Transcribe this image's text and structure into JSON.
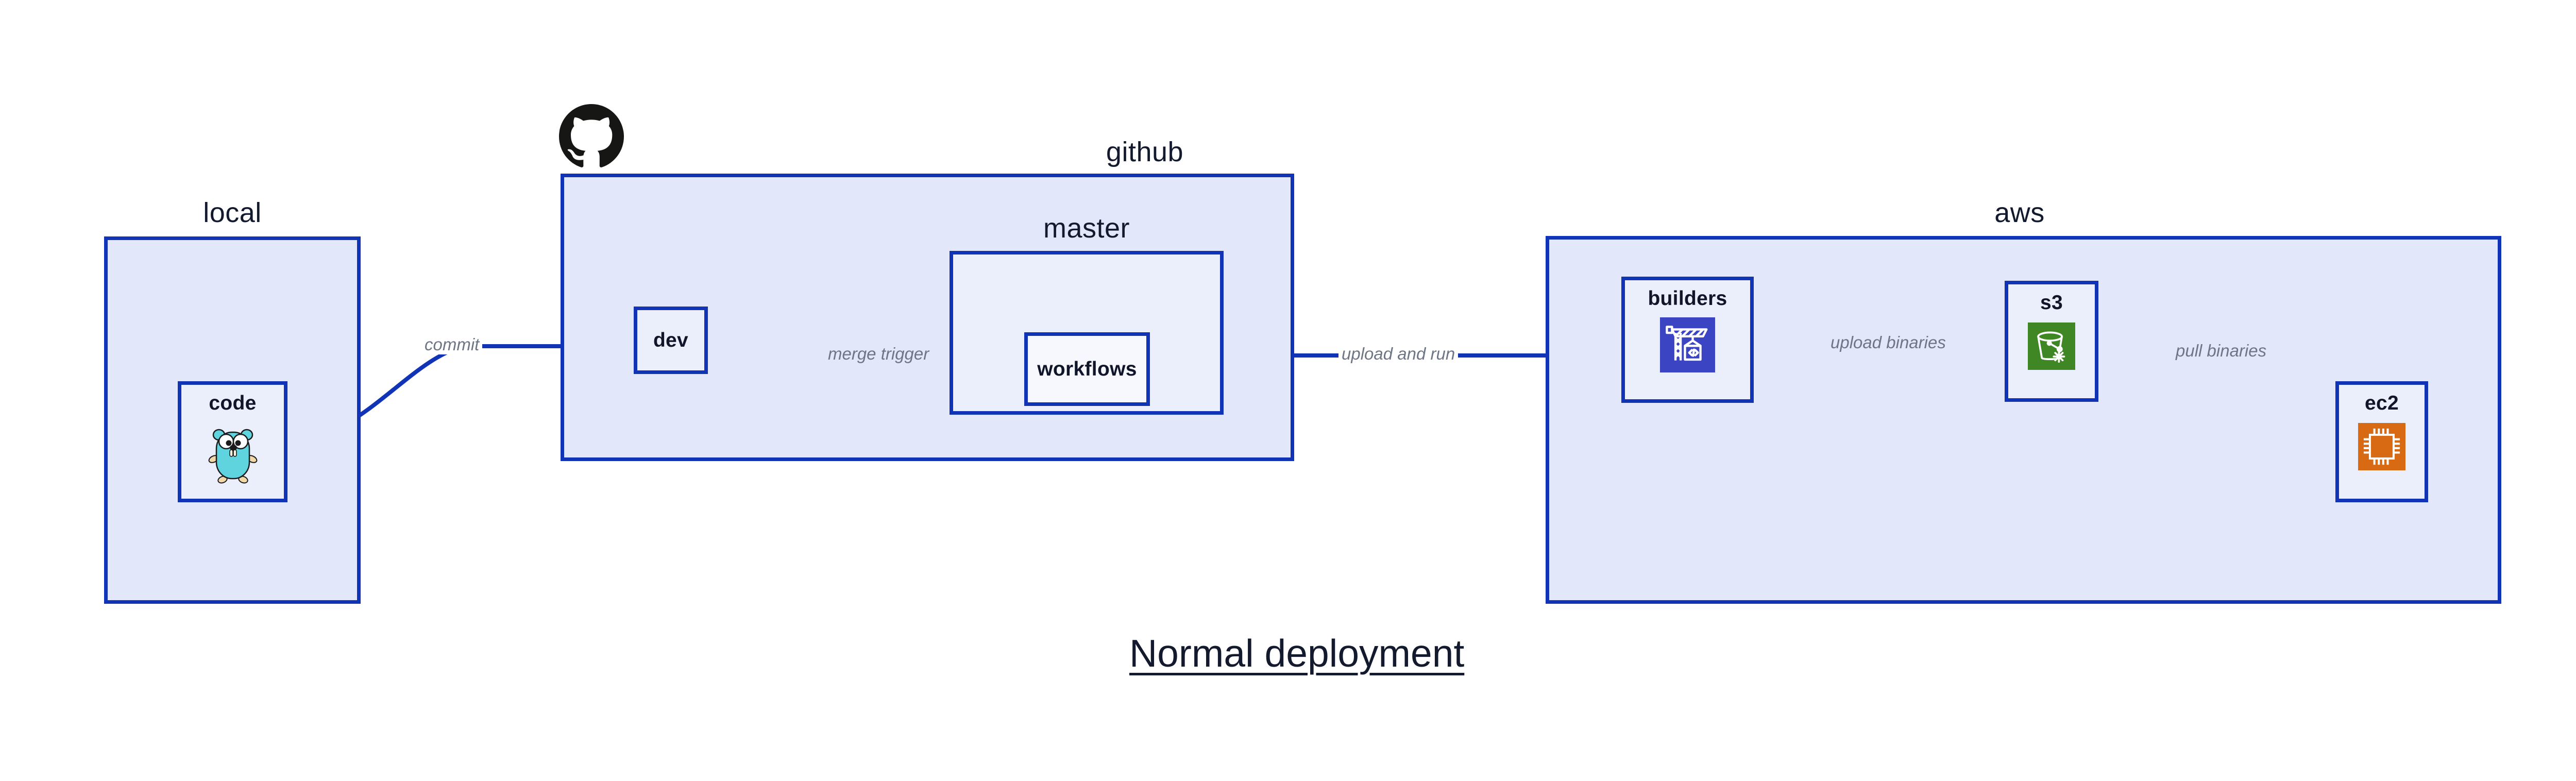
{
  "diagram": {
    "title": "Normal deployment",
    "groups": [
      {
        "key": "local",
        "label": "local"
      },
      {
        "key": "github",
        "label": "github"
      },
      {
        "key": "master",
        "label": "master"
      },
      {
        "key": "aws",
        "label": "aws"
      }
    ],
    "nodes": [
      {
        "key": "code",
        "label": "code",
        "icon": "go-gopher-icon"
      },
      {
        "key": "dev",
        "label": "dev",
        "icon": null
      },
      {
        "key": "workflows",
        "label": "workflows",
        "icon": null
      },
      {
        "key": "builders",
        "label": "builders",
        "icon": "aws-codebuild-icon"
      },
      {
        "key": "s3",
        "label": "s3",
        "icon": "aws-s3-bucket-icon"
      },
      {
        "key": "ec2",
        "label": "ec2",
        "icon": "aws-ec2-chip-icon"
      }
    ],
    "edges": [
      {
        "key": "commit",
        "label": "commit",
        "from": "code",
        "to": "dev"
      },
      {
        "key": "merge-trigger",
        "label": "merge trigger",
        "from": "dev",
        "to": "workflows"
      },
      {
        "key": "upload-and-run",
        "label": "upload and run",
        "from": "workflows",
        "to": "builders"
      },
      {
        "key": "upload-binaries",
        "label": "upload binaries",
        "from": "builders",
        "to": "s3"
      },
      {
        "key": "pull-binaries",
        "label": "pull binaries",
        "from": "s3",
        "to": "ec2"
      }
    ],
    "logos": [
      {
        "key": "github",
        "name": "github-octocat-logo"
      }
    ],
    "colors": {
      "group_fill": "#e2e7fa",
      "group_border": "#1034b5",
      "node_fill": "#eaeffb",
      "node_fill_light": "#f6f8fe",
      "edge_stroke": "#1034b5",
      "edge_label_text": "#6e7585",
      "title_text": "#141a2e",
      "codebuild_blue": "#3b45c4",
      "s3_green": "#3f8624",
      "ec2_orange": "#d96a14",
      "gopher_cyan": "#5fd4de",
      "octocat_black": "#161614"
    }
  }
}
